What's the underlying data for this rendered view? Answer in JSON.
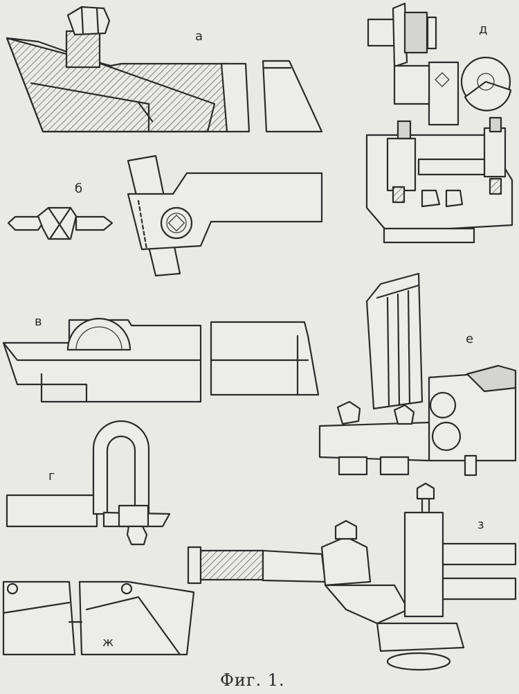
{
  "labels": {
    "a": "а",
    "b": "б",
    "v": "в",
    "g": "г",
    "d": "д",
    "e": "е",
    "zh": "ж",
    "z": "з"
  },
  "caption": "Фиг. 1.",
  "colors": {
    "paper": "#e9e9e6",
    "ink": "#2b2b2b"
  }
}
